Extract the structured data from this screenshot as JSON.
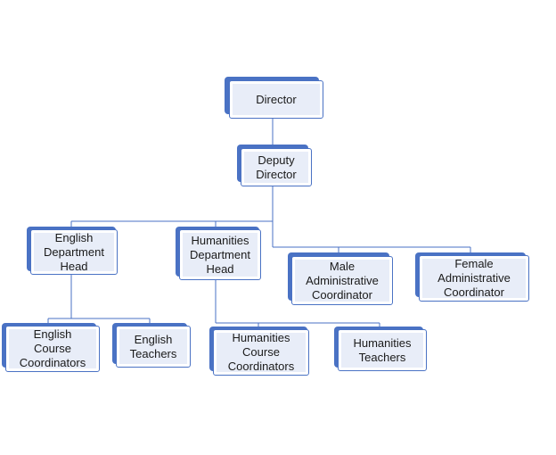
{
  "org_chart": {
    "director": "Director",
    "deputy_director": "Deputy\nDirector",
    "english_head": "English\nDepartment\nHead",
    "humanities_head": "Humanities\nDepartment\nHead",
    "male_coordinator": "Male\nAdministrative\nCoordinator",
    "female_coordinator": "Female\nAdministrative\nCoordinator",
    "english_course_coordinators": "English\nCourse\nCoordinators",
    "english_teachers": "English\nTeachers",
    "humanities_course_coordinators": "Humanities\nCourse\nCoordinators",
    "humanities_teachers": "Humanities\nTeachers"
  },
  "colors": {
    "accent": "#4a72c4",
    "box_fill": "#e8edf8",
    "connector": "#4a72c4"
  }
}
